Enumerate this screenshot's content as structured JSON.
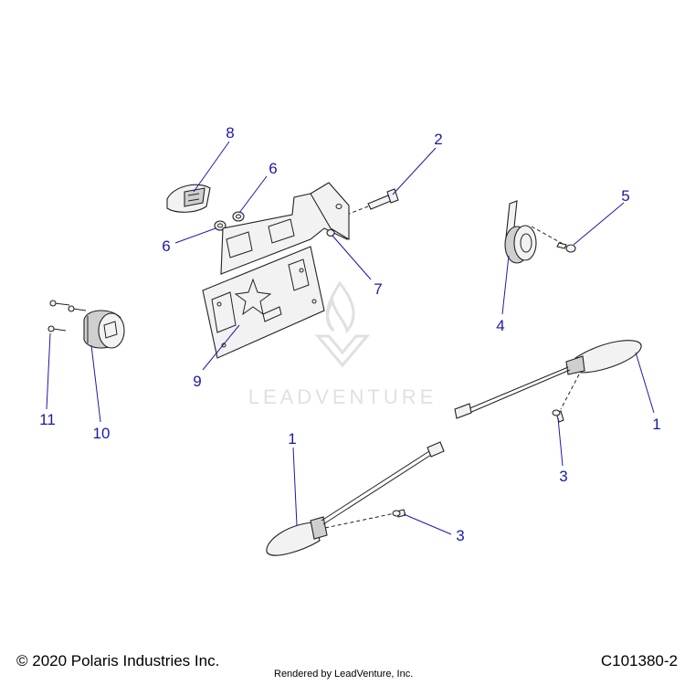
{
  "colors": {
    "callout": "#1a1aa6",
    "line": "#222222",
    "watermark": "#c8c8c8"
  },
  "watermark": {
    "text": "LEADVENTURE"
  },
  "callouts": [
    {
      "id": "c8",
      "label": "8"
    },
    {
      "id": "c6a",
      "label": "6"
    },
    {
      "id": "c6b",
      "label": "6"
    },
    {
      "id": "c2",
      "label": "2"
    },
    {
      "id": "c7",
      "label": "7"
    },
    {
      "id": "c9",
      "label": "9"
    },
    {
      "id": "c5",
      "label": "5"
    },
    {
      "id": "c4",
      "label": "4"
    },
    {
      "id": "c11",
      "label": "11"
    },
    {
      "id": "c10",
      "label": "10"
    },
    {
      "id": "c1a",
      "label": "1"
    },
    {
      "id": "c1b",
      "label": "1"
    },
    {
      "id": "c3a",
      "label": "3"
    },
    {
      "id": "c3b",
      "label": "3"
    }
  ],
  "footer": {
    "copyright": "© 2020 Polaris Industries Inc.",
    "rendered_by": "Rendered by LeadVenture, Inc.",
    "figure_id": "C101380-2"
  }
}
